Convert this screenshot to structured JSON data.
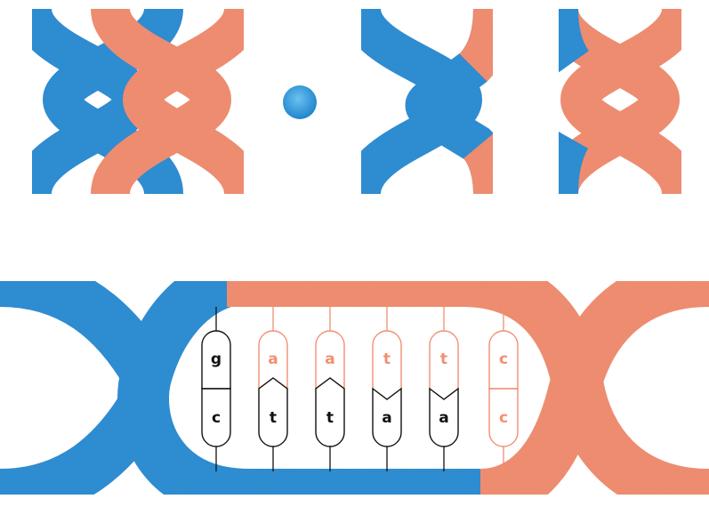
{
  "colors": {
    "blue": "#2f8fd4",
    "salmon": "#f28f72",
    "dark": "#111111",
    "background": "#ffffff"
  },
  "figure": {
    "parts": [
      "chromosome-crossover-illustration",
      "dna-base-pair-mismatch-illustration"
    ]
  },
  "base_pairs": [
    {
      "top": "g",
      "bottom": "c",
      "top_strand": "blue",
      "bottom_strand": "blue",
      "top_shape": "flat",
      "bottom_shape": "flat"
    },
    {
      "top": "a",
      "bottom": "t",
      "top_strand": "salmon",
      "bottom_strand": "blue",
      "top_shape": "notch",
      "bottom_shape": "point"
    },
    {
      "top": "a",
      "bottom": "t",
      "top_strand": "salmon",
      "bottom_strand": "blue",
      "top_shape": "notch",
      "bottom_shape": "point"
    },
    {
      "top": "t",
      "bottom": "a",
      "top_strand": "salmon",
      "bottom_strand": "blue",
      "top_shape": "point",
      "bottom_shape": "notch"
    },
    {
      "top": "t",
      "bottom": "a",
      "top_strand": "salmon",
      "bottom_strand": "blue",
      "top_shape": "point",
      "bottom_shape": "notch"
    },
    {
      "top": "c",
      "bottom": "c",
      "top_strand": "salmon",
      "bottom_strand": "salmon",
      "top_shape": "flat",
      "bottom_shape": "flat"
    }
  ]
}
